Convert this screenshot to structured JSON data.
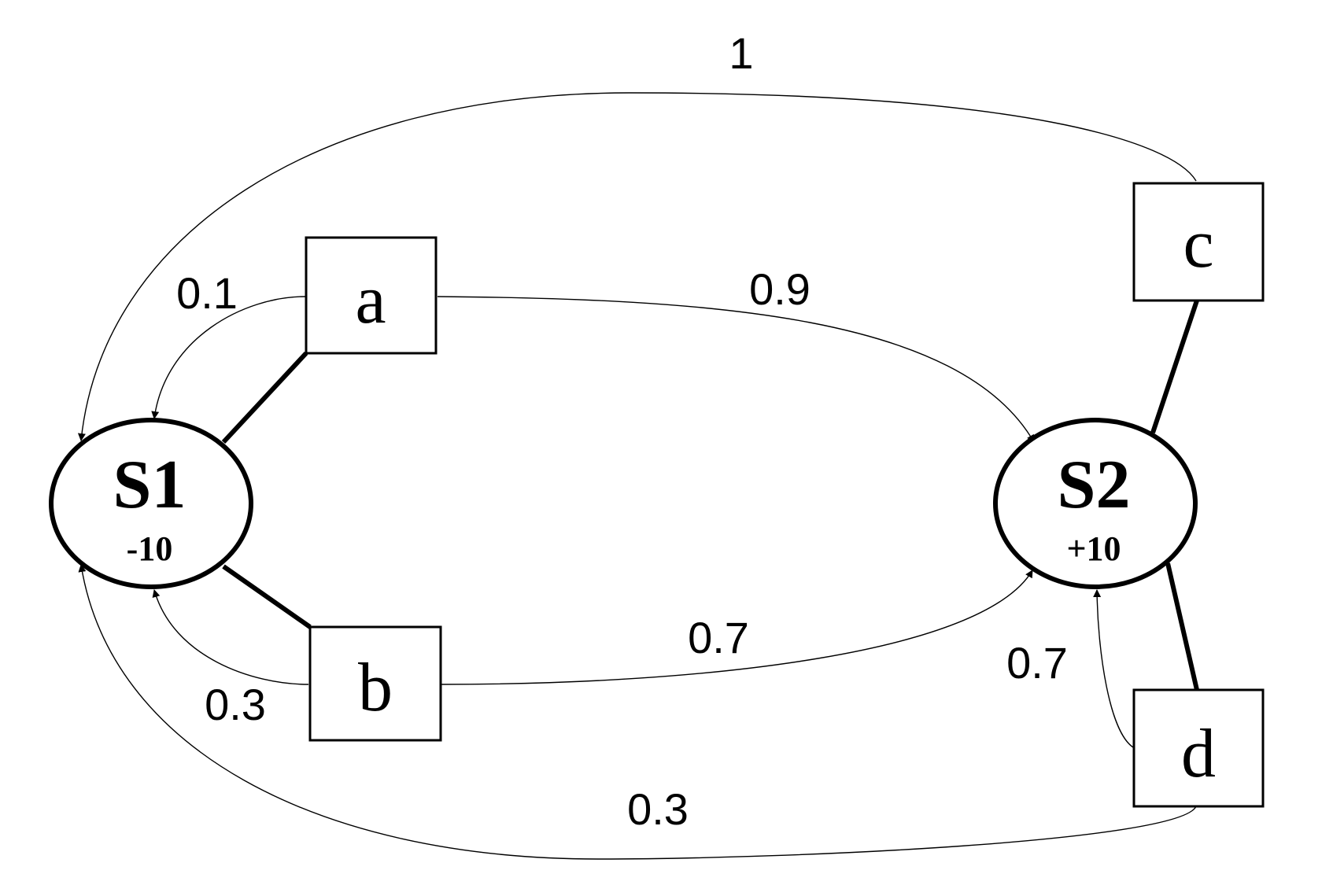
{
  "states": [
    {
      "id": "s1",
      "name": "S1",
      "reward": "-10"
    },
    {
      "id": "s2",
      "name": "S2",
      "reward": "+10"
    }
  ],
  "actions": [
    {
      "id": "a",
      "label": "a",
      "state": "S1"
    },
    {
      "id": "b",
      "label": "b",
      "state": "S1"
    },
    {
      "id": "c",
      "label": "c",
      "state": "S2"
    },
    {
      "id": "d",
      "label": "d",
      "state": "S2"
    }
  ],
  "transitions": [
    {
      "id": "a-s1",
      "action": "a",
      "to": "S1",
      "prob": "0.1"
    },
    {
      "id": "a-s2",
      "action": "a",
      "to": "S2",
      "prob": "0.9"
    },
    {
      "id": "b-s1",
      "action": "b",
      "to": "S1",
      "prob": "0.3"
    },
    {
      "id": "b-s2",
      "action": "b",
      "to": "S2",
      "prob": "0.7"
    },
    {
      "id": "c-s1",
      "action": "c",
      "to": "S1",
      "prob": "1"
    },
    {
      "id": "d-s2",
      "action": "d",
      "to": "S2",
      "prob": "0.7"
    },
    {
      "id": "d-s1",
      "action": "d",
      "to": "S1",
      "prob": "0.3"
    }
  ]
}
